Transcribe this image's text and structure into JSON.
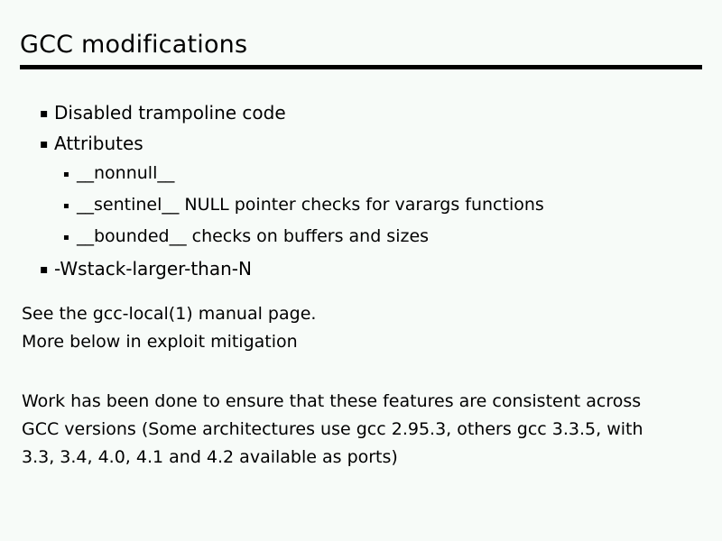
{
  "slide": {
    "title": "GCC modifications",
    "bullet_glyph_level1": "▪",
    "bullet_glyph_level2": "▪",
    "bullets": [
      {
        "level": 1,
        "text": "Disabled trampoline code"
      },
      {
        "level": 1,
        "text": "Attributes"
      },
      {
        "level": 2,
        "text": "__nonnull__"
      },
      {
        "level": 2,
        "text": "__sentinel__ NULL pointer checks for varargs functions"
      },
      {
        "level": 2,
        "text": "__bounded__ checks on buffers and sizes"
      },
      {
        "level": 1,
        "text": "-Wstack-larger-than-N"
      }
    ],
    "notes": [
      "See the gcc-local(1) manual page.",
      "More below in exploit mitigation"
    ],
    "paragraph": "Work has been done to ensure that these features are consistent across GCC versions (Some architectures use gcc 2.95.3, others gcc 3.3.5, with 3.3, 3.4, 4.0, 4.1 and 4.2 available as ports)",
    "paragraph_lines": [
      "Work has been done to ensure that these features are consistent across",
      "GCC versions (Some architectures use gcc 2.95.3, others gcc 3.3.5, with",
      "3.3, 3.4, 4.0, 4.1 and 4.2 available as ports)"
    ],
    "colors": {
      "background": "#f7fbf8",
      "text": "#000000",
      "rule": "#000000"
    }
  }
}
